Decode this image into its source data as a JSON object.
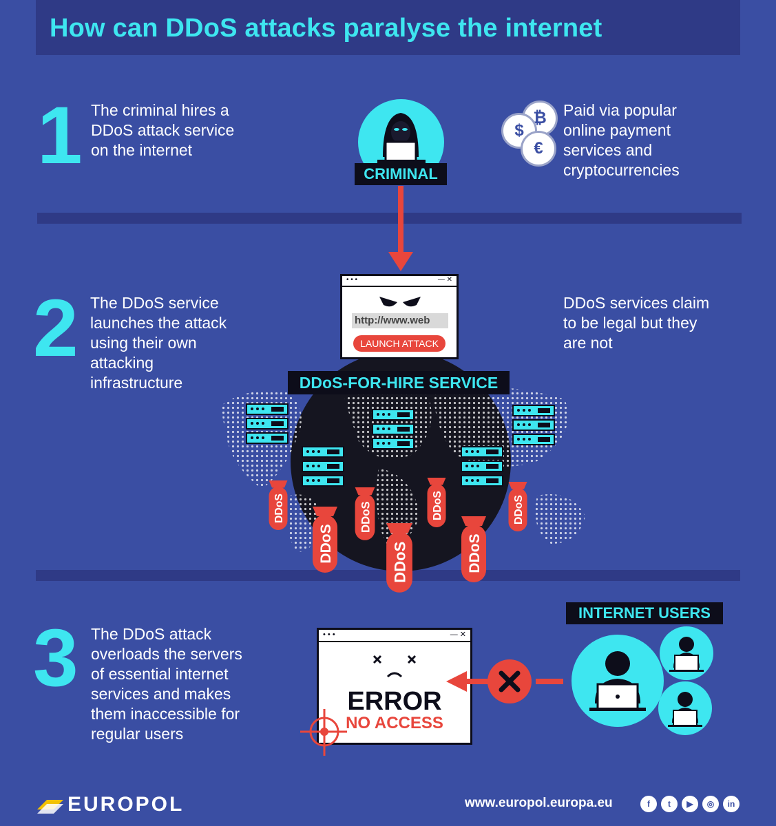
{
  "title": "How can DDoS attacks paralyse the internet",
  "steps": [
    {
      "number": "1",
      "lines": [
        "The criminal hires a",
        "DDoS attack service",
        "on the internet"
      ]
    },
    {
      "number": "2",
      "lines": [
        "The DDoS service",
        "launches the attack",
        "using their own",
        "attacking",
        "infrastructure"
      ]
    },
    {
      "number": "3",
      "lines": [
        "The DDoS attack",
        "overloads the servers",
        "of essential internet",
        "services and makes",
        "them inaccessible for",
        "regular users"
      ]
    }
  ],
  "payment_note": {
    "lines": [
      "Paid via popular",
      "online payment",
      "services and",
      "cryptocurrencies"
    ]
  },
  "legal_note": {
    "lines": [
      "DDoS services claim",
      "to be legal but they",
      "are not"
    ]
  },
  "labels": {
    "criminal": "CRIMINAL",
    "ddos_for_hire": "DDoS-FOR-HIRE SERVICE",
    "internet_users": "INTERNET USERS",
    "url": "http://www.web",
    "launch_attack": "LAUNCH ATTACK",
    "error": "ERROR",
    "no_access": "NO ACCESS",
    "bomb": "DDoS"
  },
  "currency_symbols": {
    "bitcoin": "₿",
    "dollar": "$",
    "euro": "€"
  },
  "footer": {
    "logo_text": "EUROPOL",
    "url": "www.europol.europa.eu",
    "social": [
      "f",
      "t",
      "▶",
      "◎",
      "in"
    ]
  },
  "colors": {
    "background": "#3a4ea3",
    "title_bar": "#2f3a86",
    "accent_cyan": "#3ee6f0",
    "alert_red": "#e8463c",
    "dark": "#0d0d1a"
  },
  "icons": {
    "criminal": "hooded-hacker-icon",
    "payment": "currency-coins-icon",
    "service": "browser-window-icon",
    "servers": "server-rack-icon",
    "bombs": "ddos-bomb-icon",
    "error": "error-window-icon",
    "blocked": "x-mark-icon",
    "users": "user-at-laptop-icon",
    "target": "crosshair-icon"
  }
}
